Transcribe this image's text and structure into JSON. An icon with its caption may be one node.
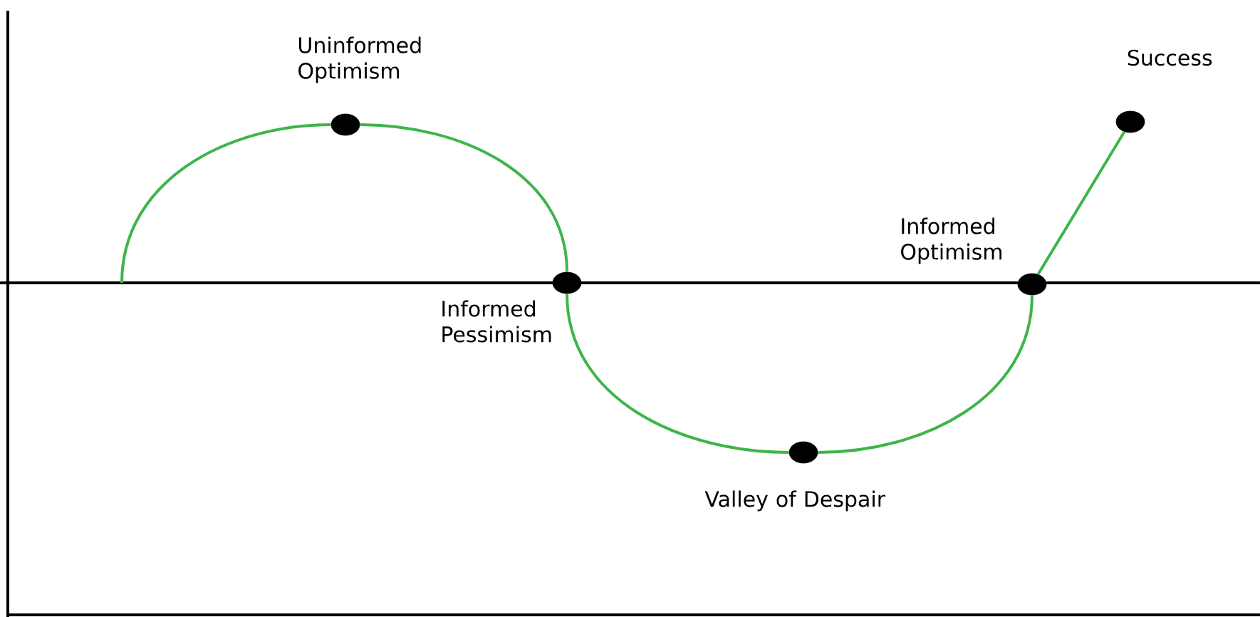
{
  "diagram": {
    "nodes": [
      {
        "text": [],
        "shape": "circle",
        "beside": [
          "Uninformed Optimism"
        ]
      },
      {
        "text": [],
        "shape": "circle",
        "beside": [
          "Informed Pessimism"
        ]
      },
      {
        "text": [],
        "shape": "circle",
        "beside": [
          "Valley of Despair"
        ]
      },
      {
        "text": [],
        "shape": "circle",
        "beside": [
          "Informed Optimism"
        ]
      },
      {
        "text": [],
        "shape": "circle",
        "beside": [
          "Success"
        ]
      }
    ],
    "edges": [
      {
        "from": null,
        "to": 0,
        "arrow": "none"
      },
      {
        "from": 0,
        "to": 1,
        "arrow": "none"
      },
      {
        "from": 1,
        "to": 2,
        "arrow": "none"
      },
      {
        "from": 2,
        "to": 3,
        "arrow": "none"
      },
      {
        "from": 3,
        "to": 4,
        "arrow": "none"
      }
    ]
  }
}
